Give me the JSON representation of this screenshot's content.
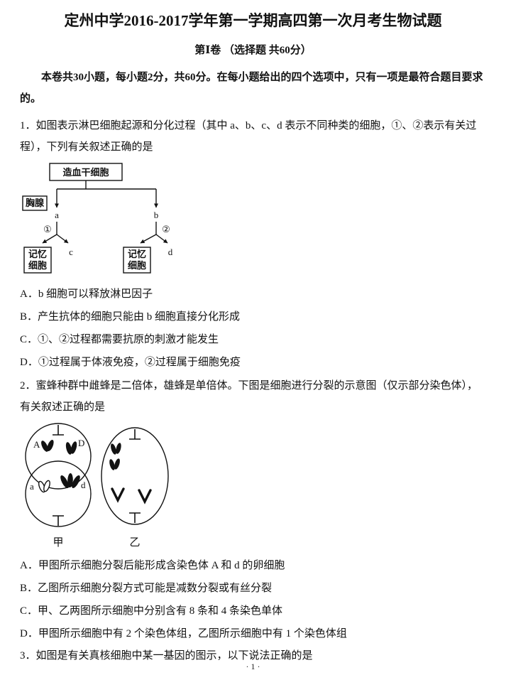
{
  "page": {
    "title": "定州中学2016-2017学年第一学期高四第一次月考生物试题",
    "section_header": "第Ⅰ卷 （选择题 共60分）",
    "instructions": "本卷共30小题，每小题2分，共60分。在每小题给出的四个选项中，只有一项是最符合题目要求的。",
    "page_number": "· 1 ·",
    "text_color": "#121212"
  },
  "questions": [
    {
      "number": "1．",
      "stem": "如图表示淋巴细胞起源和分化过程（其中 a、b、c、d 表示不同种类的细胞，①、②表示有关过程），下列有关叙述正确的是",
      "options": [
        "A．b 细胞可以释放淋巴因子",
        "B．产生抗体的细胞只能由 b 细胞直接分化形成",
        "C．①、②过程都需要抗原的刺激才能发生",
        "D．①过程属于体液免疫，②过程属于细胞免疫"
      ],
      "diagram": {
        "stem_cell_box": "造血干细胞",
        "thymus_box": "胸腺",
        "cell_a": "a",
        "cell_b": "b",
        "cell_c": "c",
        "cell_d": "d",
        "process_1": "①",
        "process_2": "②",
        "memory_line1": "记忆",
        "memory_line2": "细胞"
      }
    },
    {
      "number": "2．",
      "stem": "蜜蜂种群中雌蜂是二倍体，雄蜂是单倍体。下图是细胞进行分裂的示意图（仅示部分染色体），有关叙述正确的是",
      "options": [
        "A．甲图所示细胞分裂后能形成含染色体 A 和 d 的卵细胞",
        "B．乙图所示细胞分裂方式可能是减数分裂或有丝分裂",
        "C．甲、乙两图所示细胞中分别含有 8 条和 4 条染色单体",
        "D．甲图所示细胞中有 2 个染色体组，乙图所示细胞中有 1 个染色体组"
      ],
      "diagram": {
        "cell_left_label": "甲",
        "cell_right_label": "乙",
        "chr_top_left": "A",
        "chr_top_right": "D",
        "chr_bottom_left": "a",
        "chr_bottom_right": "d"
      }
    },
    {
      "number": "3．",
      "stem": "如图是有关真核细胞中某一基因的图示，以下说法正确的是",
      "options": []
    }
  ]
}
